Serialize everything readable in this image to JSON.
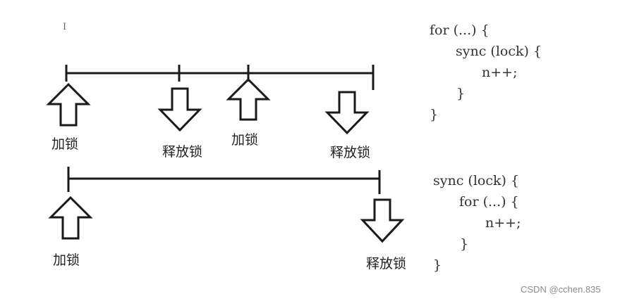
{
  "cursor_glyph": "I",
  "timeline_top": {
    "arrows": [
      {
        "dir": "up",
        "label": "加锁"
      },
      {
        "dir": "down",
        "label": "释放锁"
      },
      {
        "dir": "up",
        "label": "加锁"
      },
      {
        "dir": "down",
        "label": "释放锁"
      }
    ]
  },
  "timeline_bottom": {
    "arrows": [
      {
        "dir": "up",
        "label": "加锁"
      },
      {
        "dir": "down",
        "label": "释放锁"
      }
    ]
  },
  "code_top": [
    "for (...) {",
    "sync (lock) {",
    "n++;",
    "}",
    "}"
  ],
  "code_bottom": [
    "sync (lock) {",
    "for (...) {",
    "n++;",
    "}",
    "}"
  ],
  "watermark": "CSDN @cchen.835",
  "colors": {
    "ink": "#1a1a1a",
    "code": "#333333",
    "watermark": "#8a8a8a"
  }
}
